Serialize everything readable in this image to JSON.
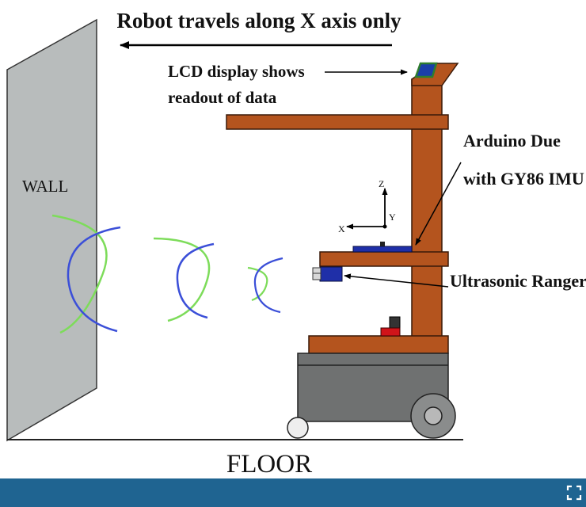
{
  "diagram": {
    "title_annotation": "Robot travels along X axis only",
    "lcd_label_line1": "LCD display shows",
    "lcd_label_line2": "readout of data",
    "arduino_label_line1": "Arduino Due",
    "arduino_label_line2": "with GY86 IMU",
    "ultrasonic_label": "Ultrasonic Ranger",
    "wall_label": "WALL",
    "floor_label": "FLOOR",
    "axis_z": "Z",
    "axis_y": "Y",
    "axis_x": "X"
  },
  "colors": {
    "wood": "#b4541e",
    "wood_outline": "#3a1a08",
    "wall": "#b8bcbc",
    "base": "#6f7171",
    "wave_blue": "#3b4fd8",
    "wave_green": "#7ddc5a",
    "sensor_blue": "#1f2fa8",
    "red_part": "#d0141a",
    "bottom_bar": "#1f6491"
  },
  "toolbar": {
    "fullscreen_icon": "fullscreen-icon"
  }
}
